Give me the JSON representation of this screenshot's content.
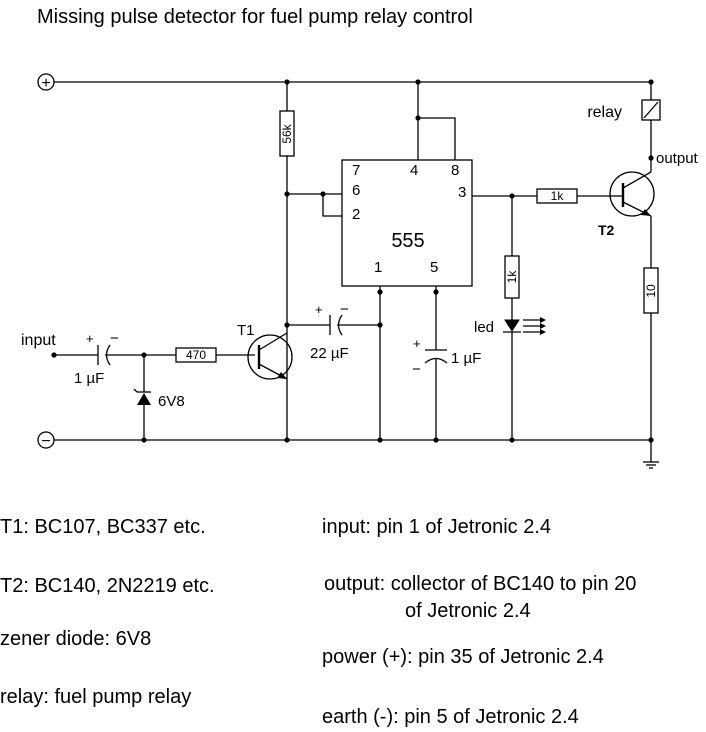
{
  "title": "Missing pulse detector for fuel pump relay control",
  "terminals": {
    "plus": "+",
    "minus": "−"
  },
  "labels": {
    "input": "input",
    "output": "output",
    "relay": "relay",
    "led": "led",
    "ic": "555",
    "t1": "T1",
    "t2": "T2"
  },
  "pins": {
    "p7": "7",
    "p6": "6",
    "p2": "2",
    "p4": "4",
    "p8": "8",
    "p3": "3",
    "p1": "1",
    "p5": "5"
  },
  "components": {
    "r_56k": "56k",
    "r_470": "470",
    "r_1k_base": "1k",
    "r_1k_led": "1k",
    "r_10": "10",
    "c_input": "1 µF",
    "c_timing": "22 µF",
    "c_pin5": "1 µF",
    "zener": "6V8"
  },
  "polarity": {
    "plus": "+",
    "minus": "−"
  },
  "notes": {
    "t1": "T1:  BC107, BC337 etc.",
    "t2": "T2:  BC140, 2N2219 etc.",
    "zener": "zener diode: 6V8",
    "relay": "relay: fuel pump relay",
    "input": "input: pin 1 of Jetronic 2.4",
    "output_line1": "output: collector of BC140 to pin 20",
    "output_line2": "of Jetronic 2.4",
    "power": "power (+): pin 35 of Jetronic 2.4",
    "earth": "earth (-): pin 5 of Jetronic 2.4"
  }
}
